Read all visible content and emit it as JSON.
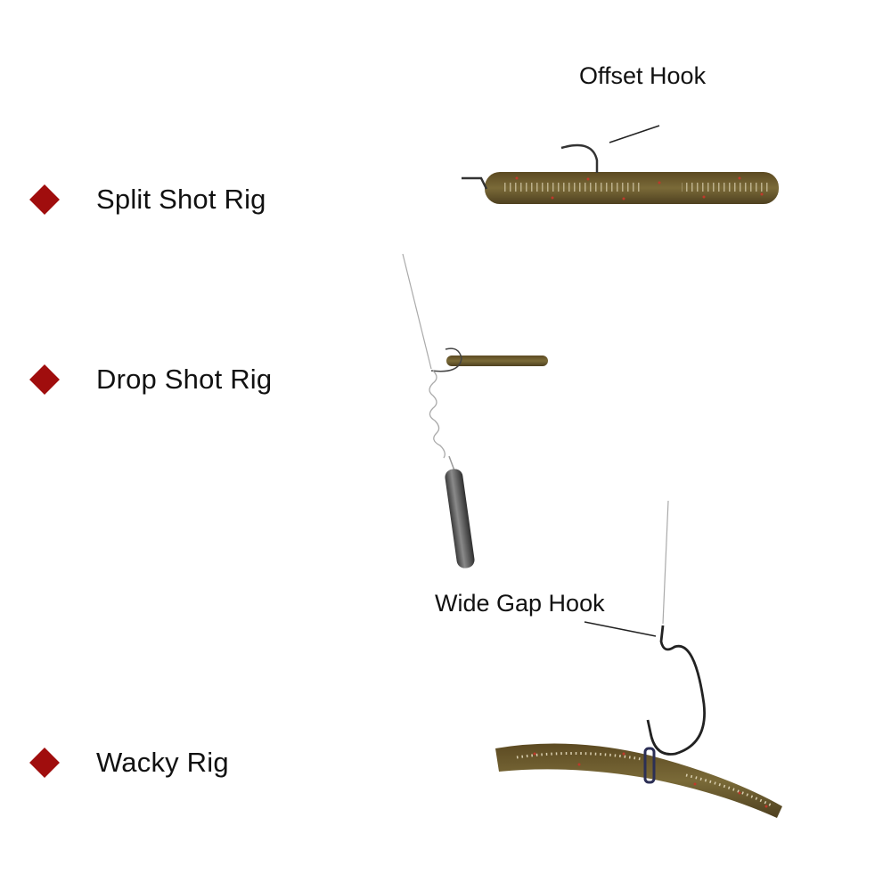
{
  "rigs": [
    {
      "label": "Split Shot Rig",
      "bullet_color": "#a00d0d"
    },
    {
      "label": "Drop Shot Rig",
      "bullet_color": "#a00d0d"
    },
    {
      "label": "Wacky Rig",
      "bullet_color": "#a00d0d"
    }
  ],
  "callouts": {
    "offset_hook": "Offset Hook",
    "wide_gap_hook": "Wide Gap Hook"
  },
  "colors": {
    "worm_body": "#6b5a2a",
    "worm_belly": "#8a7a4a",
    "worm_flecks": "#c0392b",
    "hook": "#2b2b2b",
    "sinker": "#4a4a4a",
    "line": "#9a9a9a"
  }
}
